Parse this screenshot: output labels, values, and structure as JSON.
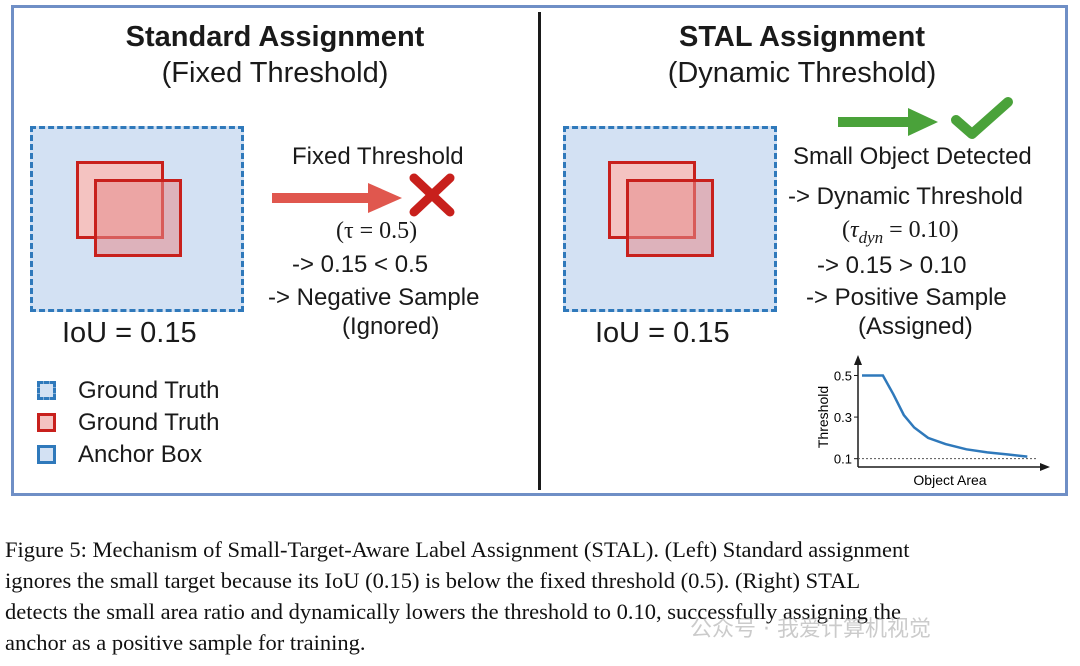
{
  "left_panel": {
    "title": "Standard Assignment",
    "subtitle": "(Fixed Threshold)",
    "iou_label": "IoU = 0.15",
    "threshold_heading": "Fixed Threshold",
    "tau_line": "(τ = 0.5)",
    "compare_line": "-> 0.15 < 0.5",
    "result_line": "-> Negative Sample",
    "status_line": "(Ignored)",
    "icon_arrow_color": "#e0574e",
    "icon_cross_color": "#c8201c"
  },
  "right_panel": {
    "title": "STAL Assignment",
    "subtitle": "(Dynamic Threshold)",
    "iou_label": "IoU = 0.15",
    "detected_line": "Small Object Detected",
    "dynamic_line": "-> Dynamic Threshold",
    "tau_symbol": "τ",
    "tau_subscript": "dyn",
    "tau_value": " = 0.10)",
    "compare_line": "-> 0.15 > 0.10",
    "result_line": "-> Positive Sample",
    "status_line": "(Assigned)",
    "icon_arrow_color": "#4aa23a",
    "icon_check_color": "#4aa23a"
  },
  "legend": {
    "items": [
      {
        "label": "Ground Truth",
        "style": "dashed-blue"
      },
      {
        "label": "Ground Truth",
        "style": "solid-red"
      },
      {
        "label": "Anchor Box",
        "style": "solid-blue"
      }
    ]
  },
  "colors": {
    "frame": "#6f8fc6",
    "anchor_fill": "#d3e1f3",
    "anchor_stroke": "#2f79bb",
    "gt_fill": "#f4c3c1",
    "gt_stroke": "#c8201c",
    "curve": "#2f79bb"
  },
  "chart_data": {
    "type": "line",
    "xlabel": "Object Area",
    "ylabel": "Threshold",
    "y_ticks": [
      "0.5",
      "0.3",
      "0.1"
    ],
    "ylim": [
      0.06,
      0.56
    ],
    "x": [
      0,
      0.06,
      0.12,
      0.18,
      0.24,
      0.3,
      0.38,
      0.48,
      0.6,
      0.72,
      0.84,
      0.95
    ],
    "y": [
      0.5,
      0.5,
      0.5,
      0.41,
      0.31,
      0.25,
      0.2,
      0.17,
      0.145,
      0.13,
      0.12,
      0.11
    ],
    "reference_line": {
      "y": 0.1,
      "style": "dotted"
    },
    "grid": false
  },
  "caption": {
    "line1": "Figure 5: Mechanism of Small-Target-Aware Label Assignment (STAL). (Left) Standard assignment",
    "line2": "ignores the small target because its IoU (0.15) is below the fixed threshold (0.5). (Right) STAL",
    "line3": "detects the small area ratio and dynamically lowers the threshold to 0.10, successfully assigning the",
    "line4": "anchor as a positive sample for training."
  },
  "watermark": "公众号 · 我爱计算机视觉"
}
